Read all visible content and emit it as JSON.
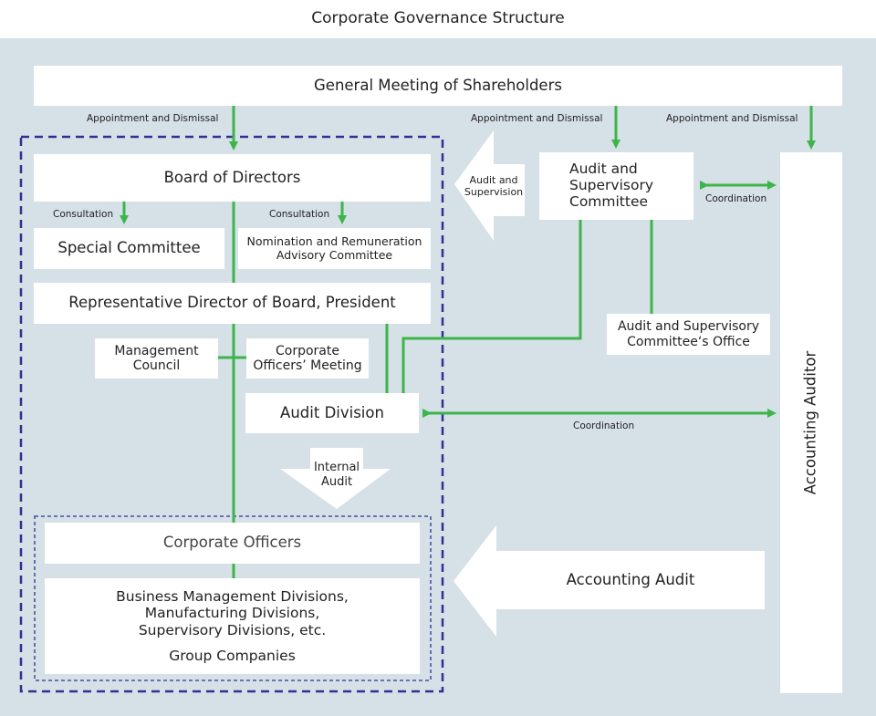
{
  "title": "Corporate Governance Structure",
  "colors": {
    "panel": "#d6e0e7",
    "line": "#3cb54a",
    "dash": "#2e3192",
    "box": "#ffffff"
  },
  "shareholders": "General Meeting of Shareholders",
  "labels": {
    "appoint_left": "Appointment and Dismissal",
    "appoint_mid": "Appointment and Dismissal",
    "appoint_right": "Appointment and Dismissal",
    "consult_left": "Consultation",
    "consult_right": "Consultation",
    "coord_top": "Coordination",
    "coord_mid": "Coordination"
  },
  "board": "Board of Directors",
  "special_committee": "Special Committee",
  "nomination": {
    "line1": "Nomination and Remuneration",
    "line2": "Advisory Committee"
  },
  "representative": "Representative Director of Board, President",
  "management_council": {
    "line1": "Management",
    "line2": "Council"
  },
  "officers_meeting": {
    "line1": "Corporate",
    "line2": "Officers’ Meeting"
  },
  "audit_division": "Audit Division",
  "internal_audit": {
    "line1": "Internal",
    "line2": "Audit"
  },
  "audit_supervision_arrow": {
    "line1": "Audit and",
    "line2": "Supervision"
  },
  "audit_committee": {
    "line1": "Audit and",
    "line2": "Supervisory",
    "line3": "Committee"
  },
  "committee_office": {
    "line1": "Audit and Supervisory",
    "line2": "Committee‘s Office"
  },
  "accounting_auditor": "Accounting Auditor",
  "accounting_audit": "Accounting Audit",
  "corporate_officers": "Corporate Officers",
  "divisions": {
    "line1": "Business Management Divisions,",
    "line2": "Manufacturing Divisions,",
    "line3": "Supervisory Divisions, etc.",
    "line4": "Group Companies"
  }
}
